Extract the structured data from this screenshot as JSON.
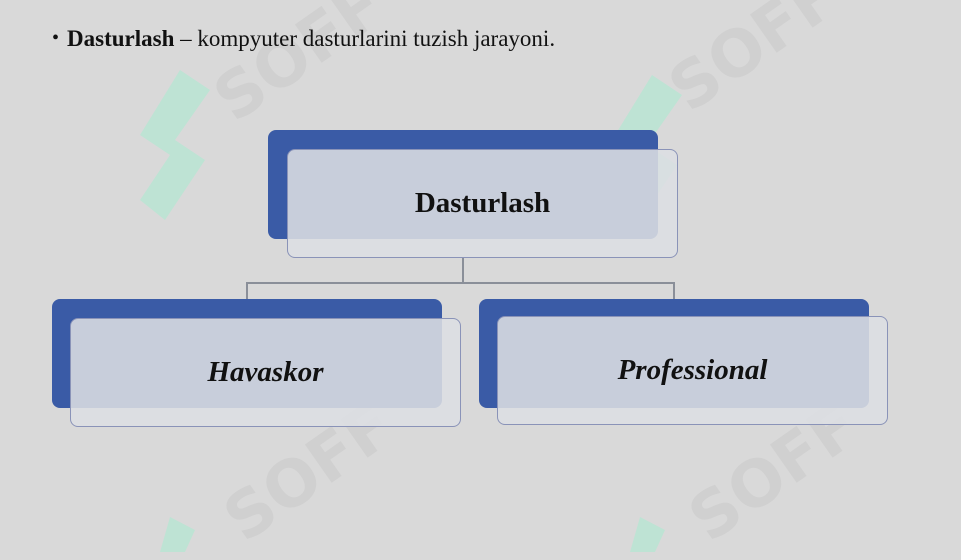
{
  "slide": {
    "bullet": {
      "term": "Dasturlash",
      "rest": " – kompyuter dasturlarini tuzish jarayoni."
    }
  },
  "diagram": {
    "root": "Dasturlash",
    "children": [
      "Havaskor",
      "Professional"
    ]
  },
  "watermark": {
    "text": "SOFF"
  },
  "colors": {
    "background": "#d9d9d9",
    "node_shadow": "#3a5ba6",
    "node_fill": "#dcdee2",
    "watermark": "#a8ecd0"
  }
}
